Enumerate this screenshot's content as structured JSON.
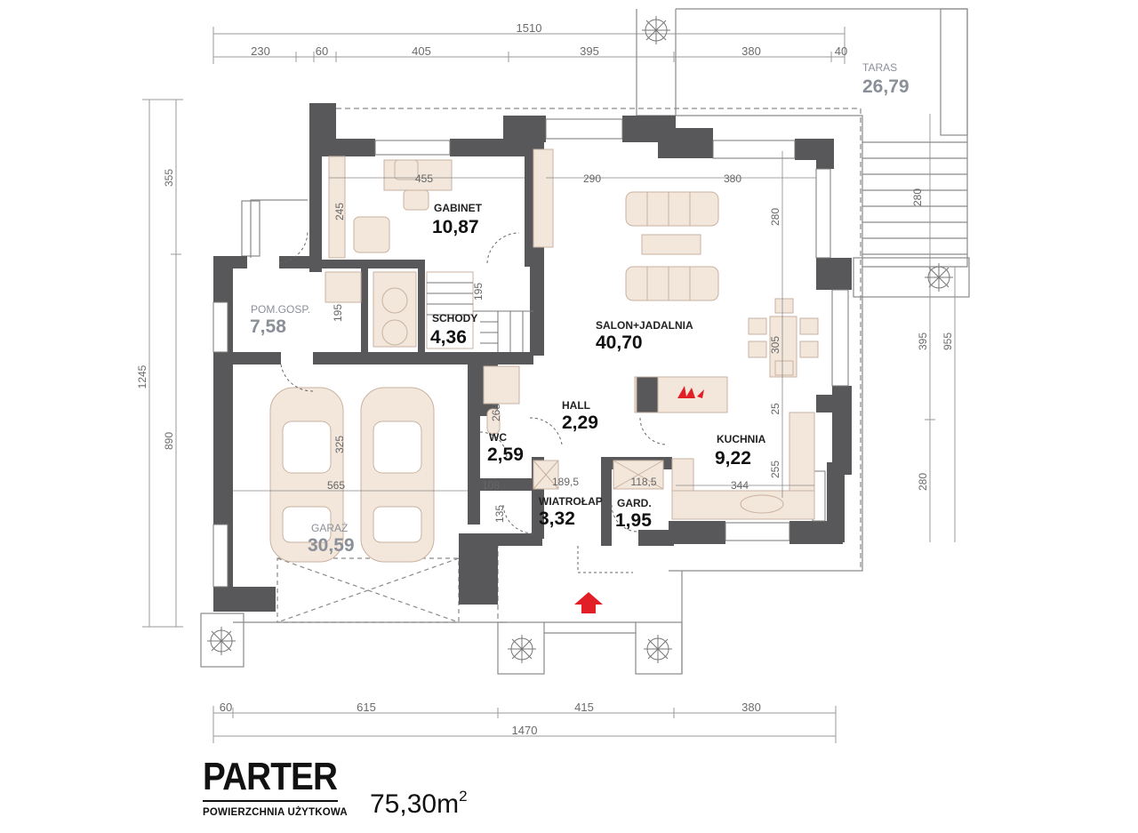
{
  "plan": {
    "top_dims": {
      "total": "1510",
      "segments": [
        "230",
        "60",
        "405",
        "395",
        "380",
        "40"
      ]
    },
    "bottom_dims": {
      "total": "1470",
      "segments": [
        "60",
        "615",
        "415",
        "380"
      ]
    },
    "left_dims": {
      "total": "1245",
      "segments": [
        "355",
        "890"
      ]
    },
    "right_dims": {
      "total": "955",
      "segments": [
        "395",
        "280"
      ]
    },
    "inner_dims": {
      "gabinet_width": "455",
      "gabinet_height": "245",
      "salon_left": "290",
      "salon_right": "380",
      "salon_height": "280",
      "stairs_a": "195",
      "stairs_b": "195",
      "table": "305",
      "kitchen_a": "25",
      "kitchen_b": "255",
      "kitchen_c": "344",
      "wc_h": "268",
      "garage_w": "565",
      "garage_h": "325",
      "vest_w": "189,5",
      "vest_a": "108",
      "vest_h": "135",
      "gard_w": "118,5",
      "terrace_d": "280"
    },
    "rooms": [
      {
        "name": "GABINET",
        "area": "10,87"
      },
      {
        "name": "POM.GOSP.",
        "area": "7,58"
      },
      {
        "name": "SCHODY",
        "area": "4,36"
      },
      {
        "name": "SALON+JADALNIA",
        "area": "40,70"
      },
      {
        "name": "HALL",
        "area": "2,29"
      },
      {
        "name": "WC",
        "area": "2,59"
      },
      {
        "name": "KUCHNIA",
        "area": "9,22"
      },
      {
        "name": "WIATROŁAP",
        "area": "3,32"
      },
      {
        "name": "GARD.",
        "area": "1,95"
      },
      {
        "name": "GARAŻ",
        "area": "30,59"
      },
      {
        "name": "TARAS",
        "area": "26,79"
      }
    ],
    "colors": {
      "wall": "#58585a",
      "furniture": "#f3e7dc",
      "furniture_stroke": "#c9b2a0",
      "outline": "#8a8a8a",
      "entry_arrow": "#e21e26"
    },
    "entry_arrow_icon": "entry-arrow-icon"
  },
  "title": {
    "level": "PARTER",
    "caption": "POWIERZCHNIA UŻYTKOWA",
    "area": "75,30",
    "unit": "m",
    "unit_sup": "2"
  }
}
